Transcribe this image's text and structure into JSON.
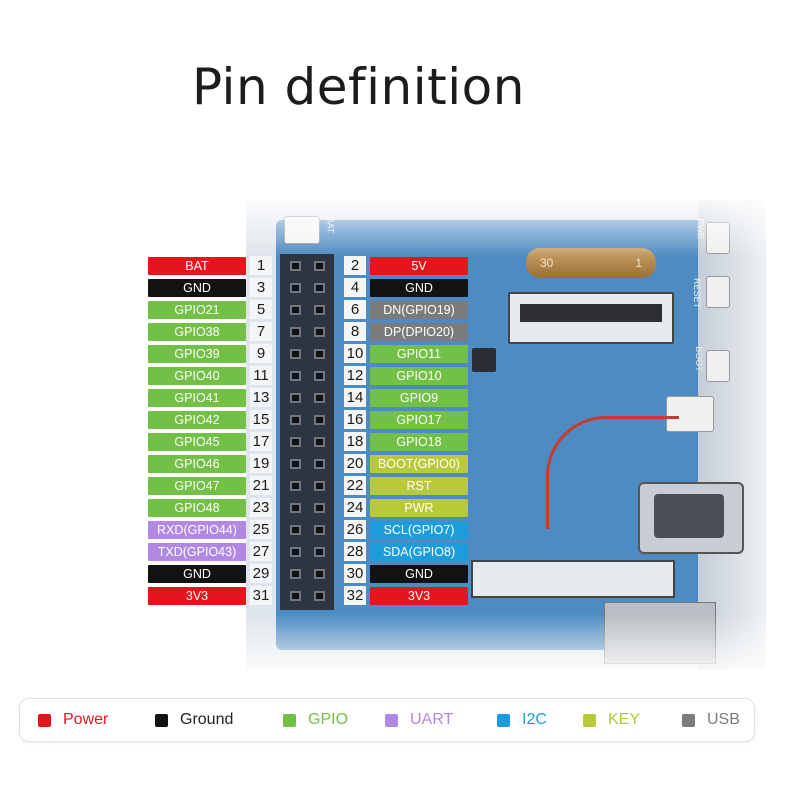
{
  "title": "Pin definition",
  "colors": {
    "power": "#e4161d",
    "ground": "#121212",
    "gpio": "#72c046",
    "uart": "#b189e3",
    "i2c": "#1d9cdc",
    "key": "#b8c93a",
    "usb": "#7b7b7b"
  },
  "board": {
    "battery_left": "30",
    "battery_right": "1",
    "silk_reset": "RESET",
    "silk_boot": "BOOT",
    "silk_pwr": "PWR",
    "silk_bat": "BAT"
  },
  "left_pins": [
    {
      "num": "1",
      "label": "BAT",
      "type": "power"
    },
    {
      "num": "3",
      "label": "GND",
      "type": "ground"
    },
    {
      "num": "5",
      "label": "GPIO21",
      "type": "gpio"
    },
    {
      "num": "7",
      "label": "GPIO38",
      "type": "gpio"
    },
    {
      "num": "9",
      "label": "GPIO39",
      "type": "gpio"
    },
    {
      "num": "11",
      "label": "GPIO40",
      "type": "gpio"
    },
    {
      "num": "13",
      "label": "GPIO41",
      "type": "gpio"
    },
    {
      "num": "15",
      "label": "GPIO42",
      "type": "gpio"
    },
    {
      "num": "17",
      "label": "GPIO45",
      "type": "gpio"
    },
    {
      "num": "19",
      "label": "GPIO46",
      "type": "gpio"
    },
    {
      "num": "21",
      "label": "GPIO47",
      "type": "gpio"
    },
    {
      "num": "23",
      "label": "GPIO48",
      "type": "gpio"
    },
    {
      "num": "25",
      "label": "RXD(GPIO44)",
      "type": "uart"
    },
    {
      "num": "27",
      "label": "TXD(GPIO43)",
      "type": "uart"
    },
    {
      "num": "29",
      "label": "GND",
      "type": "ground"
    },
    {
      "num": "31",
      "label": "3V3",
      "type": "power"
    }
  ],
  "right_pins": [
    {
      "num": "2",
      "label": "5V",
      "type": "power"
    },
    {
      "num": "4",
      "label": "GND",
      "type": "ground"
    },
    {
      "num": "6",
      "label": "DN(GPIO19)",
      "type": "usb"
    },
    {
      "num": "8",
      "label": "DP(DPIO20)",
      "type": "usb"
    },
    {
      "num": "10",
      "label": "GPIO11",
      "type": "gpio"
    },
    {
      "num": "12",
      "label": "GPIO10",
      "type": "gpio"
    },
    {
      "num": "14",
      "label": "GPIO9",
      "type": "gpio"
    },
    {
      "num": "16",
      "label": "GPIO17",
      "type": "gpio"
    },
    {
      "num": "18",
      "label": "GPIO18",
      "type": "gpio"
    },
    {
      "num": "20",
      "label": "BOOT(GPIO0)",
      "type": "key"
    },
    {
      "num": "22",
      "label": "RST",
      "type": "key"
    },
    {
      "num": "24",
      "label": "PWR",
      "type": "key"
    },
    {
      "num": "26",
      "label": "SCL(GPIO7)",
      "type": "i2c"
    },
    {
      "num": "28",
      "label": "SDA(GPIO8)",
      "type": "i2c"
    },
    {
      "num": "30",
      "label": "GND",
      "type": "ground"
    },
    {
      "num": "32",
      "label": "3V3",
      "type": "power"
    }
  ],
  "legend": [
    {
      "label": "Power",
      "type": "power"
    },
    {
      "label": "Ground",
      "type": "ground"
    },
    {
      "label": "GPIO",
      "type": "gpio"
    },
    {
      "label": "UART",
      "type": "uart"
    },
    {
      "label": "I2C",
      "type": "i2c"
    },
    {
      "label": "KEY",
      "type": "key"
    },
    {
      "label": "USB",
      "type": "usb"
    }
  ]
}
